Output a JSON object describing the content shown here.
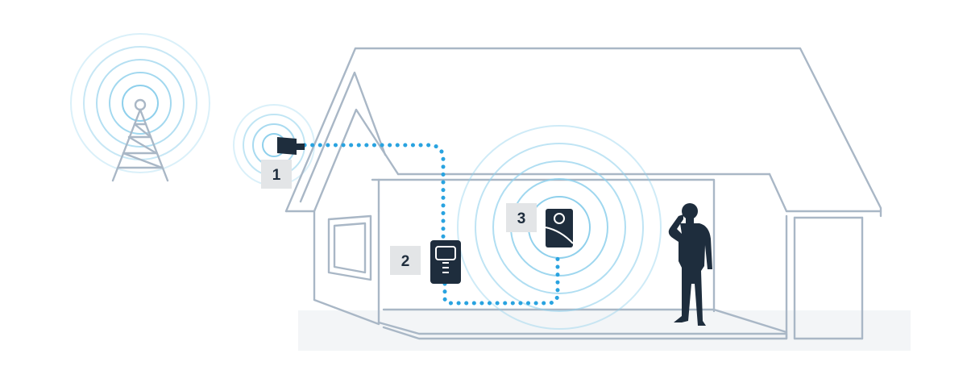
{
  "diagram": {
    "labels": [
      {
        "id": "outside-antenna",
        "text": "1"
      },
      {
        "id": "amplifier",
        "text": "2"
      },
      {
        "id": "inside-antenna",
        "text": "3"
      }
    ],
    "colors": {
      "line": "#a9b7c6",
      "signal_ring": "#8fd0ec",
      "cable": "#29a3e0",
      "device": "#1e2d3d",
      "label_bg": "#e3e5e7"
    },
    "icons": [
      "cell-tower-icon",
      "outside-antenna-icon",
      "amplifier-icon",
      "inside-antenna-icon",
      "person-on-phone-icon"
    ]
  }
}
